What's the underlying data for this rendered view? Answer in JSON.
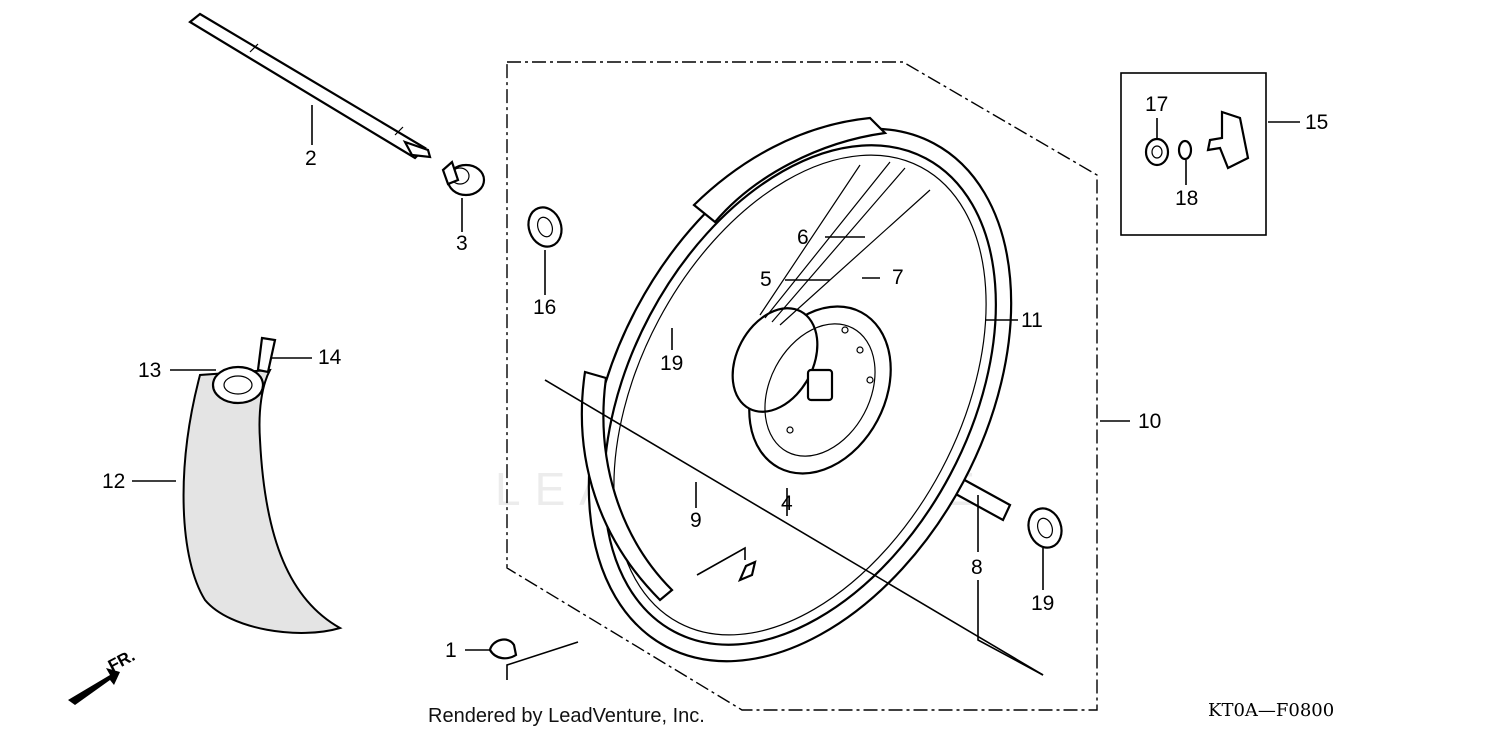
{
  "diagram": {
    "callouts": [
      {
        "id": "p1",
        "label": "1"
      },
      {
        "id": "p2",
        "label": "2"
      },
      {
        "id": "p3",
        "label": "3"
      },
      {
        "id": "p4",
        "label": "4"
      },
      {
        "id": "p5",
        "label": "5"
      },
      {
        "id": "p6",
        "label": "6"
      },
      {
        "id": "p7",
        "label": "7"
      },
      {
        "id": "p8",
        "label": "8"
      },
      {
        "id": "p9",
        "label": "9"
      },
      {
        "id": "p10",
        "label": "10"
      },
      {
        "id": "p11",
        "label": "11"
      },
      {
        "id": "p12",
        "label": "12"
      },
      {
        "id": "p13",
        "label": "13"
      },
      {
        "id": "p14",
        "label": "14"
      },
      {
        "id": "p15",
        "label": "15"
      },
      {
        "id": "p16",
        "label": "16"
      },
      {
        "id": "p17",
        "label": "17"
      },
      {
        "id": "p18",
        "label": "18"
      },
      {
        "id": "p19a",
        "label": "19"
      },
      {
        "id": "p19b",
        "label": "19"
      }
    ],
    "direction_label": "FR.",
    "credit": "Rendered by LeadVenture, Inc.",
    "figure_code": "KT0A—F0800",
    "watermark": "LEADVENTURE"
  }
}
